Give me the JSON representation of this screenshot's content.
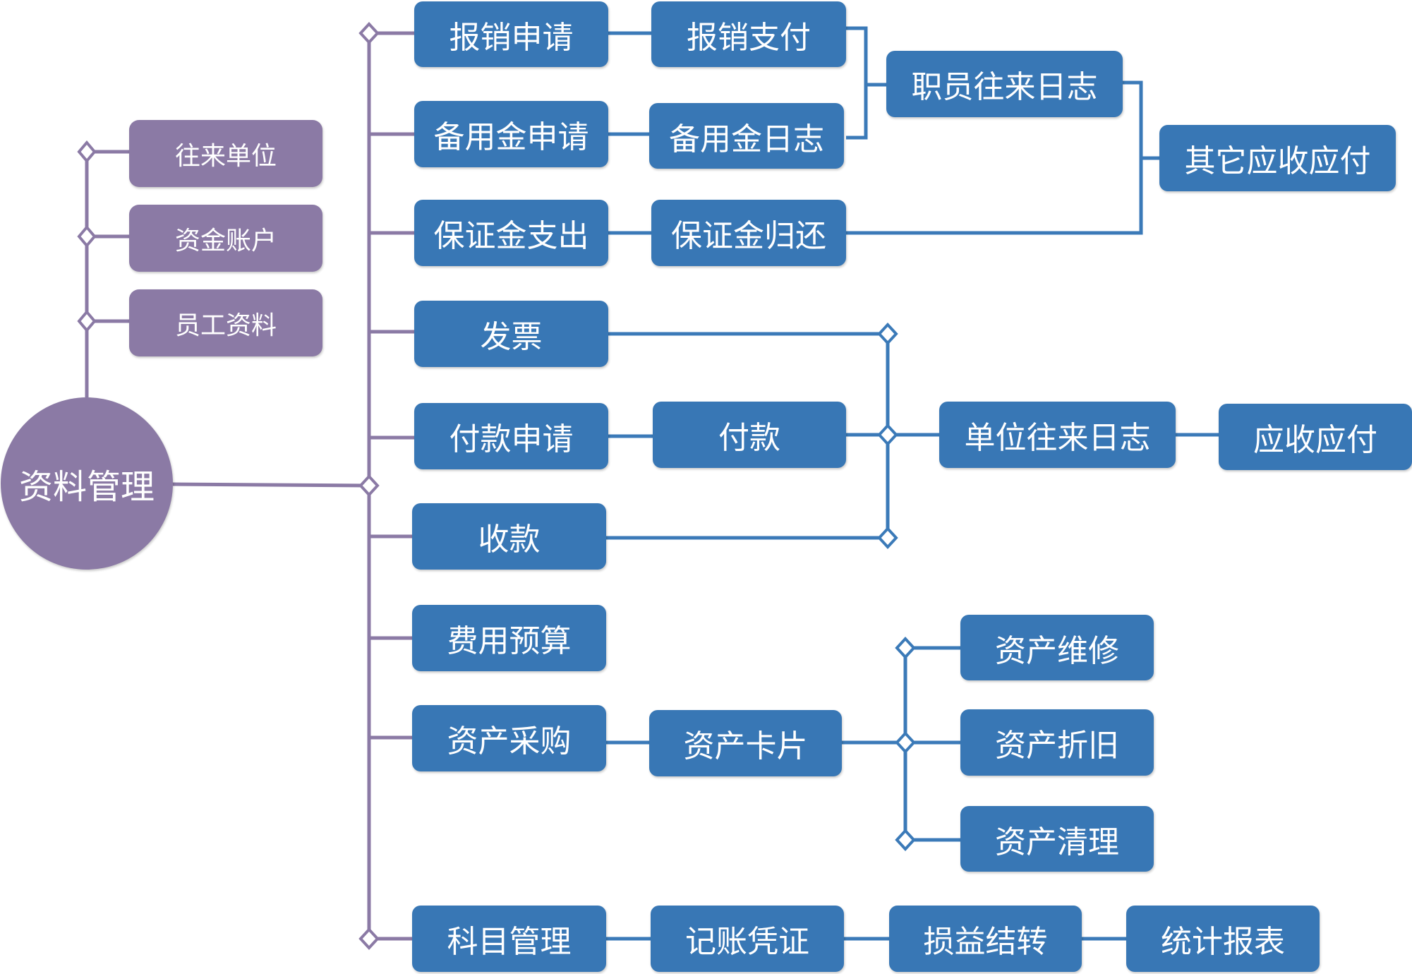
{
  "colors": {
    "blue_node": "#3877b5",
    "purple_node": "#8b7aa5",
    "blue_line": "#3b7ab8",
    "purple_line": "#8b7aa5"
  },
  "root": {
    "label": "资料管理"
  },
  "left_items": [
    "往来单位",
    "资金账户",
    "员工资料"
  ],
  "nodes": {
    "reimburse_apply": "报销申请",
    "reimburse_pay": "报销支付",
    "staff_log": "职员往来日志",
    "petty_apply": "备用金申请",
    "petty_log": "备用金日志",
    "other_ar_ap": "其它应收应付",
    "deposit_out": "保证金支出",
    "deposit_return": "保证金归还",
    "invoice": "发票",
    "payment_apply": "付款申请",
    "payment": "付款",
    "unit_log": "单位往来日志",
    "ar_ap": "应收应付",
    "receipt": "收款",
    "budget": "费用预算",
    "asset_purchase": "资产采购",
    "asset_card": "资产卡片",
    "asset_repair": "资产维修",
    "asset_depr": "资产折旧",
    "asset_clear": "资产清理",
    "subject_mgmt": "科目管理",
    "voucher": "记账凭证",
    "pl_transfer": "损益结转",
    "stat_report": "统计报表"
  }
}
